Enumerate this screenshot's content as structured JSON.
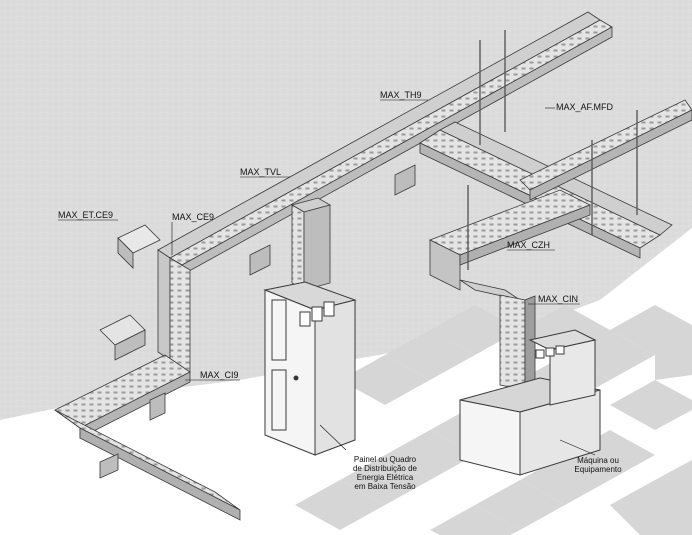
{
  "labels": {
    "max_th9": "MAX_TH9",
    "max_af_mfd": "MAX_AF.MFD",
    "max_tvl": "MAX_TVL",
    "max_et_ce9": "MAX_ET.CE9",
    "max_ce9": "MAX_CE9",
    "max_czh": "MAX_CZH",
    "max_cin": "MAX_CIN",
    "max_ci9": "MAX_CI9"
  },
  "captions": {
    "panel": [
      "Painel ou Quadro",
      "de Distribuição de",
      "Energia Elétrica",
      "em Baixa Tensão"
    ],
    "machine": [
      "Máquina ou",
      "Equipamento"
    ]
  },
  "colors": {
    "wall": "#dcdcdc",
    "tray_top": "#ececec",
    "tray_side": "#b5b5b5",
    "tray_dark": "#8c8c8c",
    "floor_tile": "#d8d8d8",
    "cabinet": "#f6f6f6",
    "outline": "#3a3a3a"
  }
}
